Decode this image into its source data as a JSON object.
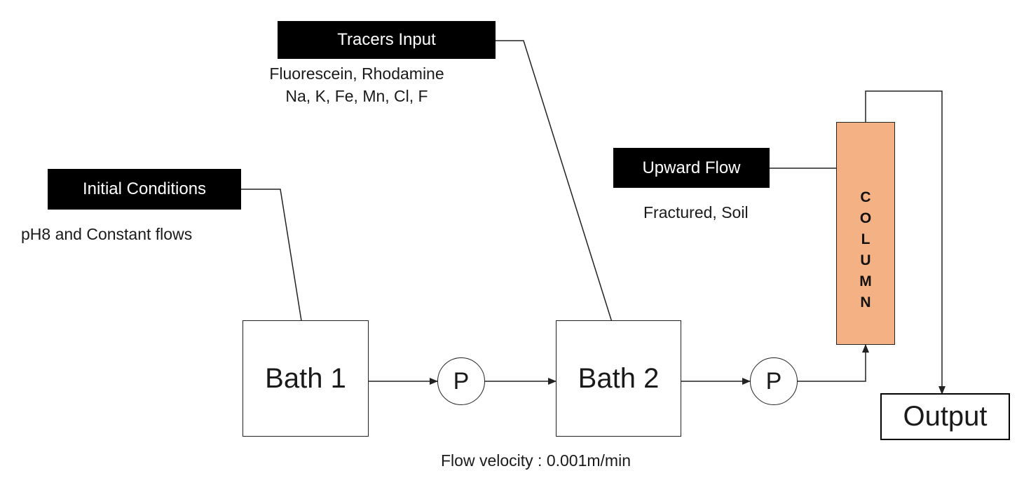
{
  "tracers": {
    "title": "Tracers Input",
    "line1": "Fluorescein, Rhodamine",
    "line2": "Na, K, Fe, Mn, Cl, F"
  },
  "initial": {
    "title": "Initial Conditions",
    "note": "pH8 and Constant flows"
  },
  "upward": {
    "title": "Upward Flow",
    "note": "Fractured, Soil"
  },
  "bath1": {
    "label": "Bath 1"
  },
  "bath2": {
    "label": "Bath 2"
  },
  "pump1": {
    "label": "P"
  },
  "pump2": {
    "label": "P"
  },
  "column": {
    "letters": [
      "C",
      "O",
      "L",
      "U",
      "M",
      "N"
    ]
  },
  "output": {
    "label": "Output"
  },
  "flow_velocity": "Flow velocity : 0.001m/min",
  "colors": {
    "column_fill": "#f4b183",
    "label_box": "#000000",
    "line": "#222222"
  }
}
